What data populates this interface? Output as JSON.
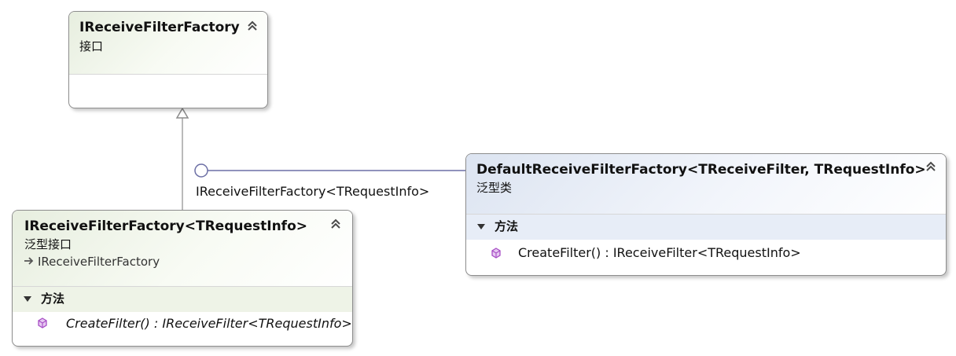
{
  "diagram": {
    "colors": {
      "connector_interface": "#a3a3a3",
      "connector_lollipop": "#6c6fa5",
      "header_interface": "#e7eedf",
      "header_class": "#dce4f1",
      "section_interface": "#eef3e7",
      "section_class": "#e7edf7",
      "member_icon": "#a74dc5"
    },
    "interfaces": {
      "base": {
        "title": "IReceiveFilterFactory",
        "stereotype": "接口",
        "collapse_icon": "chevron-up-double-icon"
      },
      "generic": {
        "title": "IReceiveFilterFactory<TRequestInfo>",
        "stereotype": "泛型接口",
        "inherits": "IReceiveFilterFactory",
        "section_label": "方法",
        "member": "CreateFilter() : IReceiveFilter<TRequestInfo>",
        "collapse_icon": "chevron-up-double-icon",
        "member_icon": "method-icon",
        "inherits_icon": "arrow-right-icon"
      }
    },
    "class": {
      "title": "DefaultReceiveFilterFactory<TReceiveFilter, TRequestInfo>",
      "stereotype": "泛型类",
      "section_label": "方法",
      "member": "CreateFilter() : IReceiveFilter<TRequestInfo>",
      "collapse_icon": "chevron-up-double-icon",
      "member_icon": "method-icon"
    },
    "lollipop_label": "IReceiveFilterFactory<TRequestInfo>"
  }
}
